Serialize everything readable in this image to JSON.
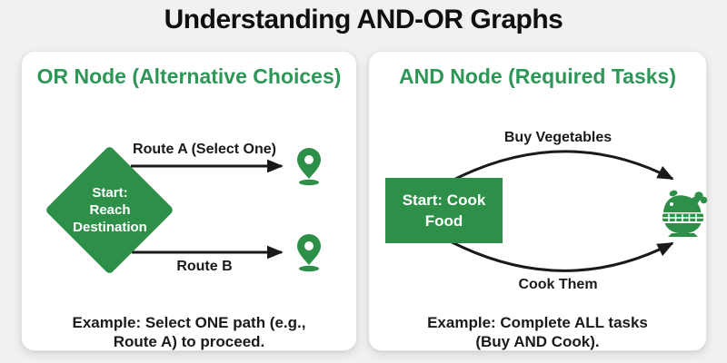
{
  "title": "Understanding AND-OR Graphs",
  "colors": {
    "page_background": "#f1f1f1",
    "panel_background": "#ffffff",
    "header_green": "#2e9657",
    "node_green": "#2e9048",
    "arrow_black": "#1a1a1a"
  },
  "panels": {
    "or": {
      "header": "OR Node (Alternative Choices)",
      "start_node": {
        "lines": [
          "Start:",
          "Reach",
          "Destination"
        ]
      },
      "edges": [
        {
          "label": "Route A (Select One)",
          "target_icon": "location-pin"
        },
        {
          "label": "Route B",
          "target_icon": "location-pin"
        }
      ],
      "example_lines": [
        "Example: Select ONE path (e.g.,",
        "Route A) to proceed."
      ]
    },
    "and": {
      "header": "AND Node (Required Tasks)",
      "start_node": {
        "lines": [
          "Start: Cook",
          "Food"
        ]
      },
      "edges": [
        {
          "label": "Buy Vegetables",
          "target_icon": "salad-bowl"
        },
        {
          "label": "Cook Them",
          "target_icon": "salad-bowl"
        }
      ],
      "example_lines": [
        "Example: Complete ALL tasks",
        "(Buy AND Cook)."
      ]
    }
  }
}
